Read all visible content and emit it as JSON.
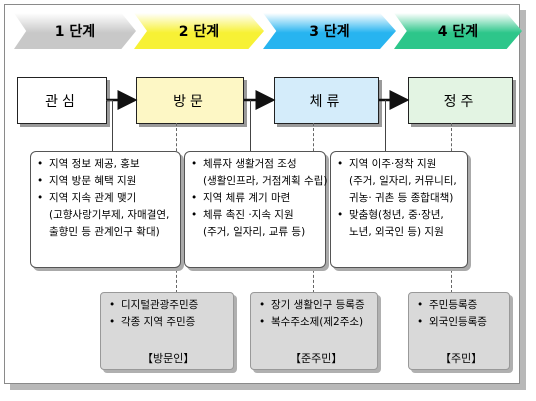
{
  "colors": {
    "step1": "#c8c8c8",
    "step2": "#f7f135",
    "step3": "#27b4f0",
    "step4": "#2dc68a",
    "box_interest": "#ffffff",
    "box_visit": "#fdf7c5",
    "box_stay": "#d4ecfa",
    "box_settle": "#e3f4e3"
  },
  "steps": [
    {
      "label": "1 단계"
    },
    {
      "label": "2 단계"
    },
    {
      "label": "3 단계"
    },
    {
      "label": "4 단계"
    }
  ],
  "stages": [
    {
      "label": "관심"
    },
    {
      "label": "방문"
    },
    {
      "label": "체류"
    },
    {
      "label": "정주"
    }
  ],
  "details": [
    {
      "lines": [
        "지역 정보 제공, 홍보",
        "지역 방문 혜택 지원",
        "지역 지속 관계 맺기",
        "(고향사랑기부제, 자매결연,",
        "출향민 등 관계인구 확대)"
      ]
    },
    {
      "lines": [
        "체류자 생활거점 조성",
        "(생활인프라, 거점계획 수립)",
        "지역 체류 계기 마련",
        "체류 촉진 ·지속 지원",
        "(주거, 일자리, 교류 등)"
      ]
    },
    {
      "lines": [
        "지역 이주·정착 지원",
        "(주거, 일자리, 커뮤니티,",
        "귀농· 귀촌 등 종합대책)",
        "맞춤형(청년, 중·장년,",
        "노년, 외국인 등) 지원"
      ]
    }
  ],
  "ids": [
    {
      "lines": [
        "디지털관광주민증",
        "각종 지역 주민증"
      ],
      "tag": "【방문인】"
    },
    {
      "lines": [
        "장기 생활인구 등록증",
        "복수주소제(제2주소)"
      ],
      "tag": "【준주민】"
    },
    {
      "lines": [
        "주민등록증",
        "외국인등록증"
      ],
      "tag": "【주민】"
    }
  ],
  "bullet": "•"
}
